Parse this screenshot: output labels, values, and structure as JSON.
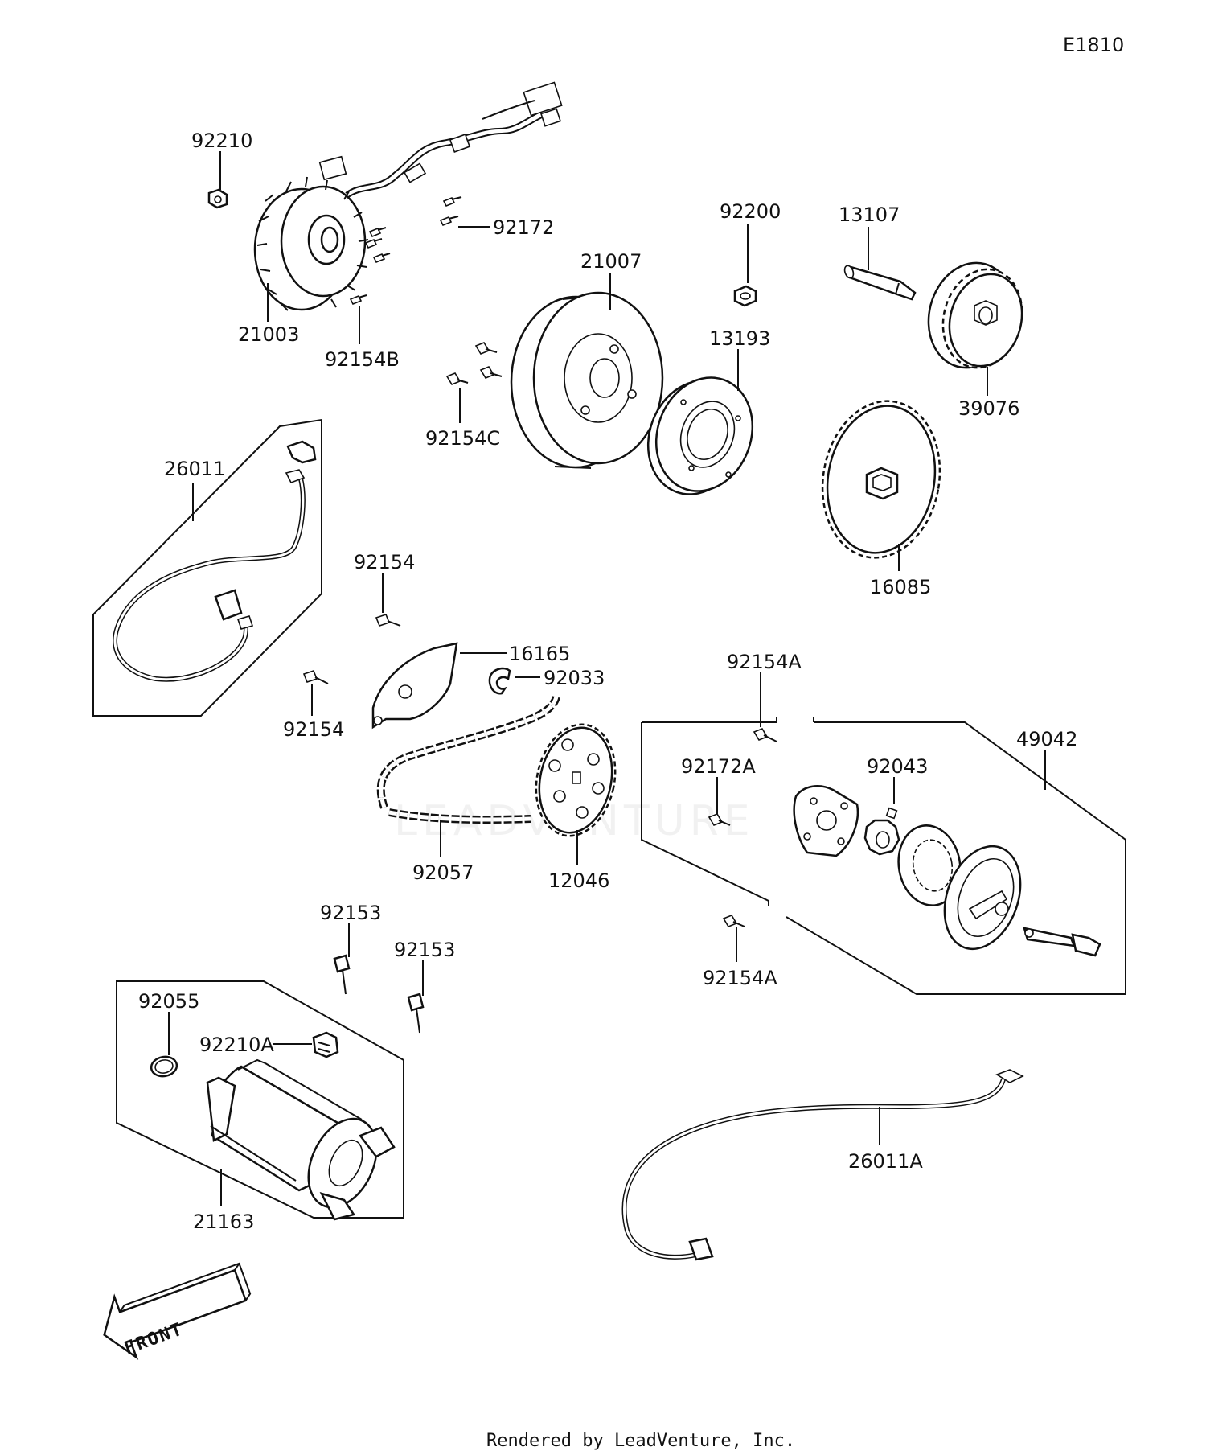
{
  "diagram_code": "E1810",
  "footer": "Rendered by LeadVenture, Inc.",
  "watermark": "LEADVENTURE",
  "front_label": "FRONT",
  "parts": {
    "p92210": "92210",
    "p92172": "92172",
    "p21003": "21003",
    "p92154B": "92154B",
    "p21007": "21007",
    "p92200": "92200",
    "p13107": "13107",
    "p13193": "13193",
    "p39076": "39076",
    "p92154C": "92154C",
    "p26011": "26011",
    "p16085": "16085",
    "p92154_top": "92154",
    "p16165": "16165",
    "p92033": "92033",
    "p92154_bot": "92154",
    "p92154A_top": "92154A",
    "p49042": "49042",
    "p92172A": "92172A",
    "p92043": "92043",
    "p92057": "92057",
    "p12046": "12046",
    "p92154A_bot": "92154A",
    "p92153_left": "92153",
    "p92153_right": "92153",
    "p92055": "92055",
    "p92210A": "92210A",
    "p21163": "21163",
    "p26011A": "26011A"
  }
}
